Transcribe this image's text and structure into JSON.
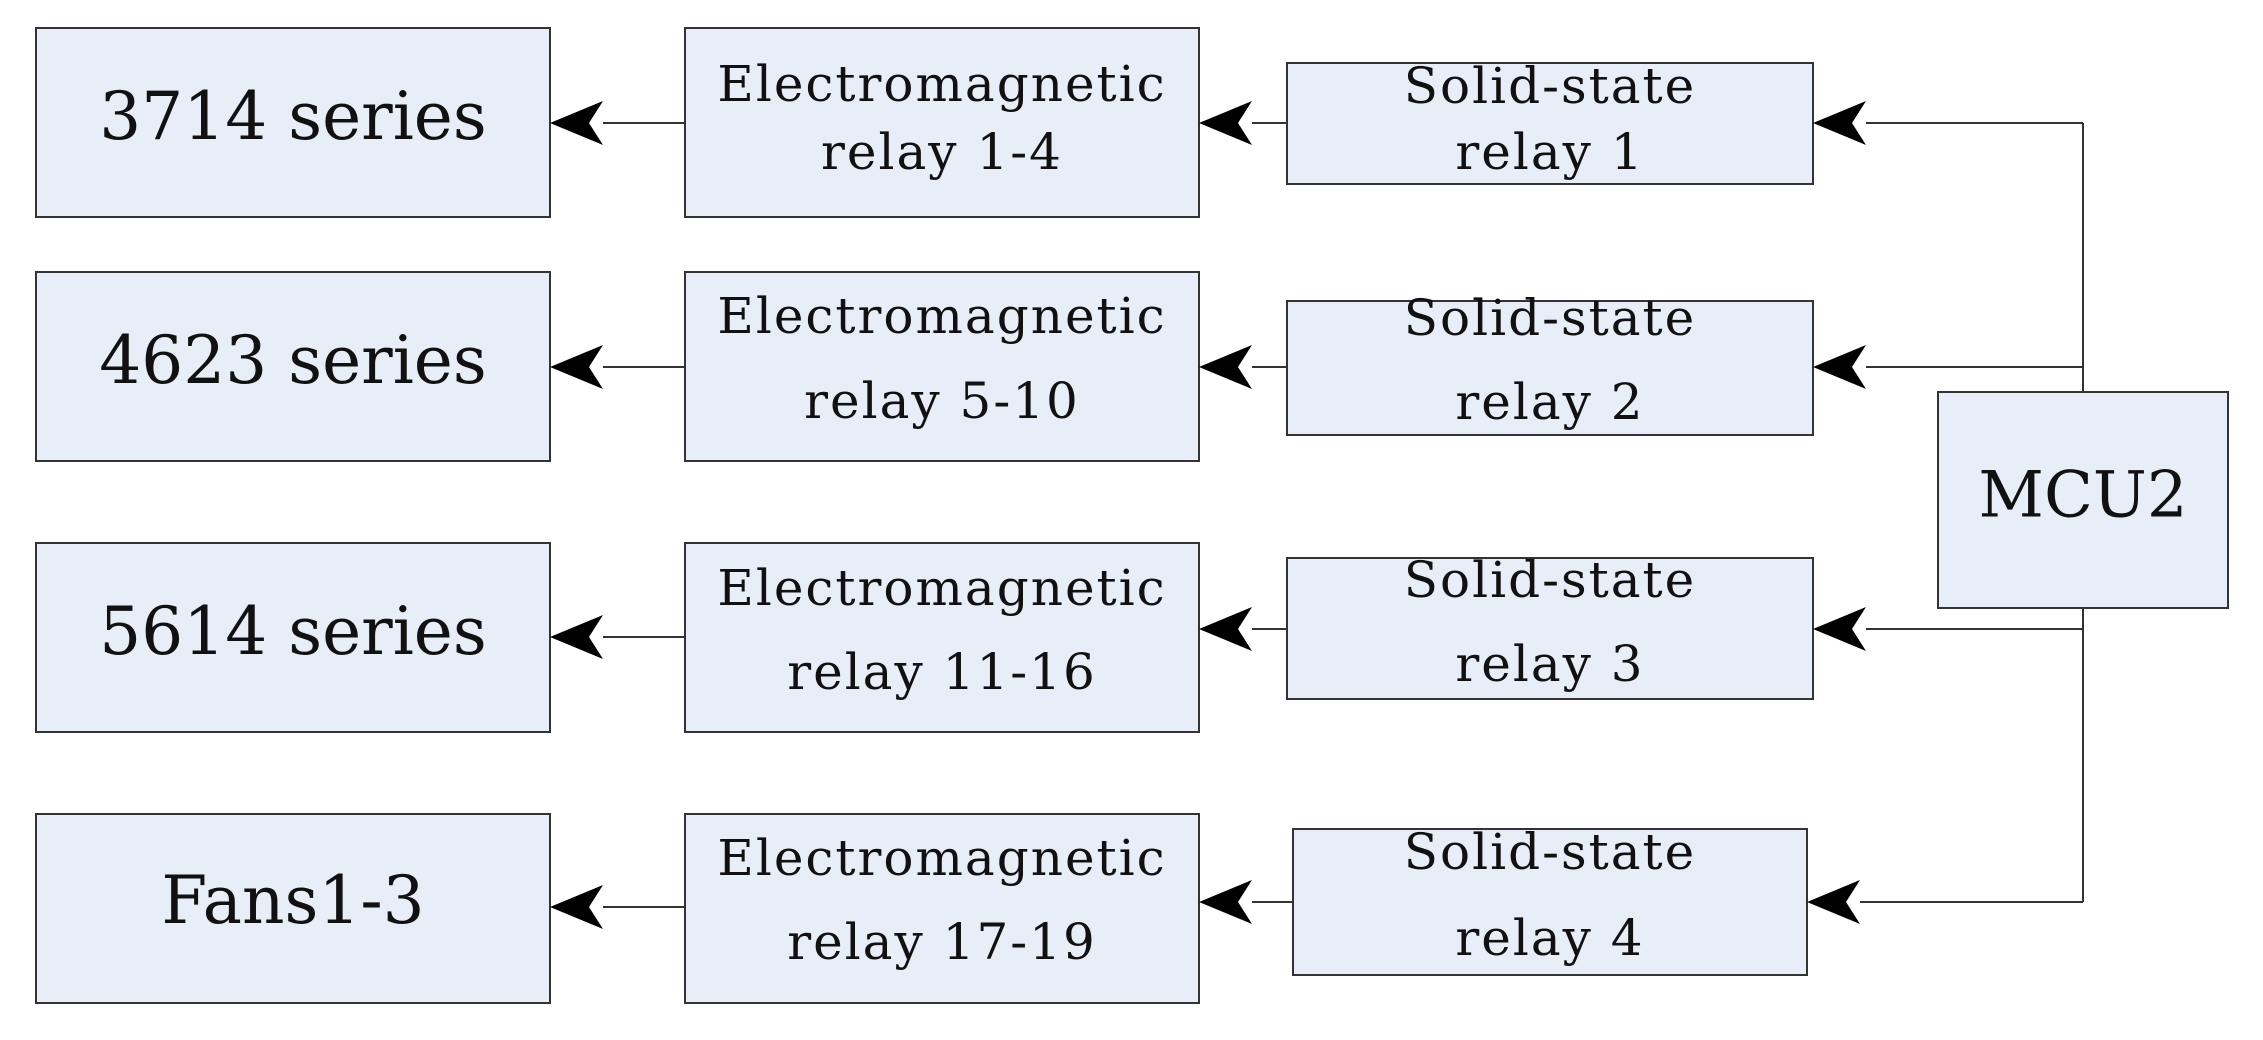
{
  "colors": {
    "box_fill": "#e8eef8",
    "box_stroke": "#333333",
    "line": "#333333",
    "arrowhead": "#000000",
    "text": "#111111"
  },
  "controller": {
    "label": "MCU2"
  },
  "rows": [
    {
      "load": "3714 series",
      "em_relay": [
        "Electromagnetic",
        "relay 1-4"
      ],
      "ss_relay": [
        "Solid-state",
        "relay 1"
      ]
    },
    {
      "load": "4623 series",
      "em_relay": [
        "Electromagnetic",
        "relay 5-10"
      ],
      "ss_relay": [
        "Solid-state",
        "relay 2"
      ]
    },
    {
      "load": "5614 series",
      "em_relay": [
        "Electromagnetic",
        "relay 11-16"
      ],
      "ss_relay": [
        "Solid-state",
        "relay 3"
      ]
    },
    {
      "load": "Fans1-3",
      "em_relay": [
        "Electromagnetic",
        "relay 17-19"
      ],
      "ss_relay": [
        "Solid-state",
        "relay 4"
      ]
    }
  ]
}
